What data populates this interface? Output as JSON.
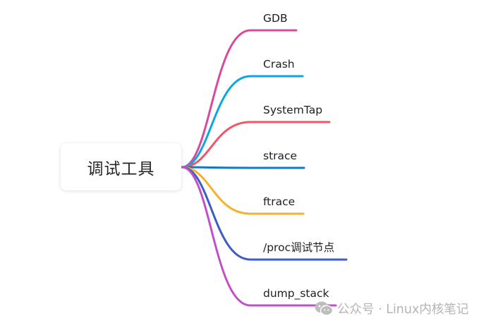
{
  "mindmap": {
    "root": {
      "label": "调试工具"
    },
    "children": [
      {
        "label": "GDB",
        "color": "#d94a9e"
      },
      {
        "label": "Crash",
        "color": "#0ea5e6"
      },
      {
        "label": "SystemTap",
        "color": "#f0566a"
      },
      {
        "label": "strace",
        "color": "#1478c3"
      },
      {
        "label": "ftrace",
        "color": "#f7b02b"
      },
      {
        "label": "/proc调试节点",
        "color": "#3d5cc4"
      },
      {
        "label": "dump_stack",
        "color": "#c24fca"
      }
    ]
  },
  "watermark": {
    "icon": "wechat-icon",
    "text": "公众号 · Linux内核笔记"
  }
}
